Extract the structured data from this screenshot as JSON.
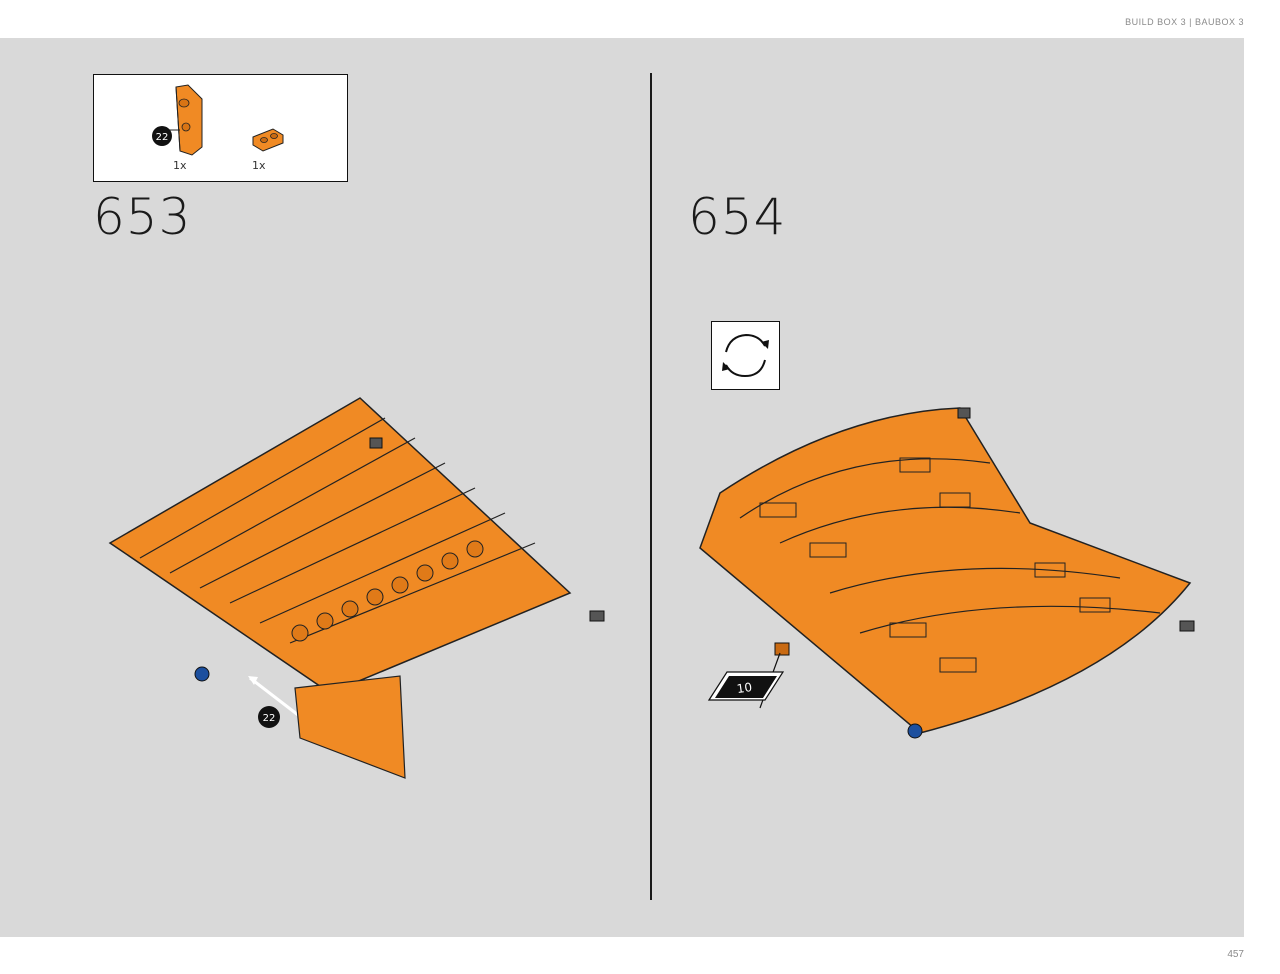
{
  "header": {
    "label": "BUILD BOX 3  |  BAUBOX 3"
  },
  "parts_callout": {
    "parts": [
      {
        "badge": "22",
        "quantity": "1x"
      },
      {
        "quantity": "1x"
      }
    ]
  },
  "steps": [
    {
      "number": "653",
      "callout_badge": "22"
    },
    {
      "number": "654",
      "sticker": "10"
    }
  ],
  "icons": {
    "rotate": "rotate-model-icon"
  },
  "colors": {
    "part_orange": "#f08a24",
    "panel_gray": "#d9d9d9",
    "pin_blue": "#1c4f9e"
  },
  "footer": {
    "page_number": "457"
  }
}
